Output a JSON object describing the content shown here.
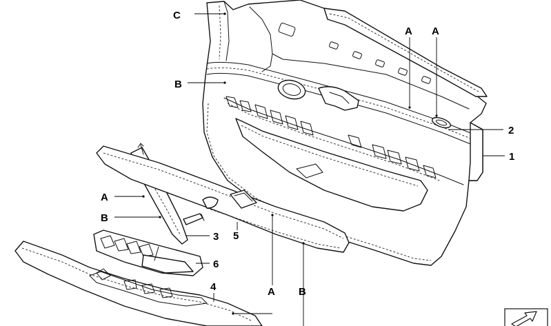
{
  "callouts": {
    "c_top": "C",
    "b_top": "B",
    "a_upper_left": "A",
    "a_upper_right": "A",
    "num_2": "2",
    "num_1": "1",
    "a_mid_left": "A",
    "b_mid_left": "B",
    "num_3": "3",
    "num_5": "5",
    "num_6": "6",
    "num_4": "4",
    "a_bottom": "A",
    "b_bottom": "B"
  },
  "icons": {
    "orientation_marker": "front-direction-arrow-icon"
  },
  "colors": {
    "line": "#111111",
    "background": "#ffffff"
  }
}
